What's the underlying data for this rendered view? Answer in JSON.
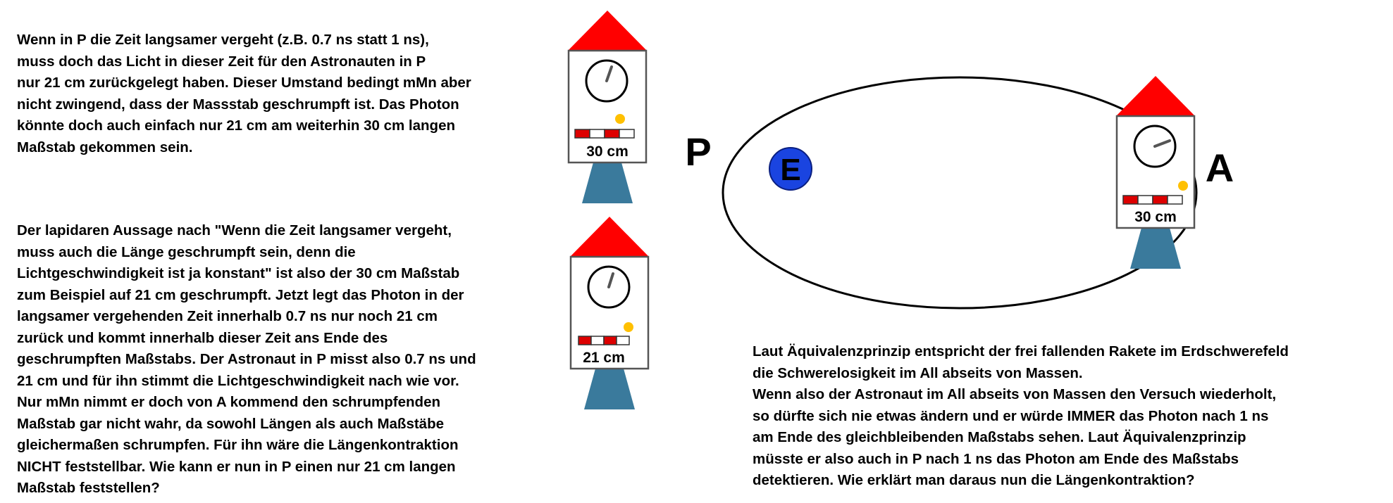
{
  "paragraphs": {
    "p1": "Wenn in P die Zeit langsamer vergeht (z.B. 0.7 ns statt 1 ns),\nmuss doch das Licht in dieser Zeit für den Astronauten in P\nnur 21 cm zurückgelegt haben. Dieser Umstand bedingt mMn aber\nnicht zwingend, dass der Massstab geschrumpft ist. Das Photon\nkönnte doch auch einfach nur 21 cm am weiterhin 30 cm langen\nMaßstab gekommen sein.",
    "p2": "Der lapidaren Aussage nach \"Wenn die Zeit langsamer vergeht,\nmuss auch die Länge geschrumpft sein, denn die\nLichtgeschwindigkeit ist ja konstant\" ist also der 30 cm Maßstab\nzum Beispiel auf 21 cm geschrumpft. Jetzt legt das Photon in der\nlangsamer vergehenden Zeit innerhalb 0.7 ns nur noch 21 cm\nzurück und kommt innerhalb dieser Zeit ans Ende des\ngeschrumpften Maßstabs. Der Astronaut in P misst also 0.7 ns und\n21 cm und für ihn stimmt die Lichtgeschwindigkeit nach wie vor.\nNur mMn nimmt er doch von A kommend den schrumpfenden\nMaßstab gar nicht wahr, da sowohl Längen als auch Maßstäbe\ngleichermaßen schrumpfen. Für ihn wäre die Längenkontraktion\nNICHT feststellbar. Wie kann er nun in P einen nur 21 cm langen\nMaßstab feststellen?",
    "p3": "Laut Äquivalenzprinzip entspricht der frei fallenden Rakete im Erdschwerefeld\ndie Schwerelosigkeit im All abseits von Massen.\nWenn also der Astronaut im All abseits von Massen den Versuch wiederholt,\nso dürfte sich nie etwas ändern und er würde IMMER das Photon nach 1 ns\nam Ende des gleichbleibenden Maßstabs sehen. Laut Äquivalenzprinzip\nmüsste er also auch in P nach 1 ns das Photon am Ende des Maßstabs\ndetektieren. Wie erklärt man daraus nun die Längenkontraktion?"
  },
  "rockets": {
    "top": {
      "ruler_label": "30 cm"
    },
    "middle": {
      "ruler_label": "21 cm"
    },
    "right": {
      "ruler_label": "30 cm"
    }
  },
  "orbit": {
    "label_p": "P",
    "label_a": "A",
    "earth_label": "E"
  },
  "colors": {
    "nose": "#ff0000",
    "ruler_red": "#dd0000",
    "photon": "#ffc000",
    "engine": "#3a7a9c",
    "earth": "#1a44e0"
  },
  "icons": [
    "clock-icon",
    "photon-icon",
    "earth-icon",
    "rocket-icon"
  ]
}
